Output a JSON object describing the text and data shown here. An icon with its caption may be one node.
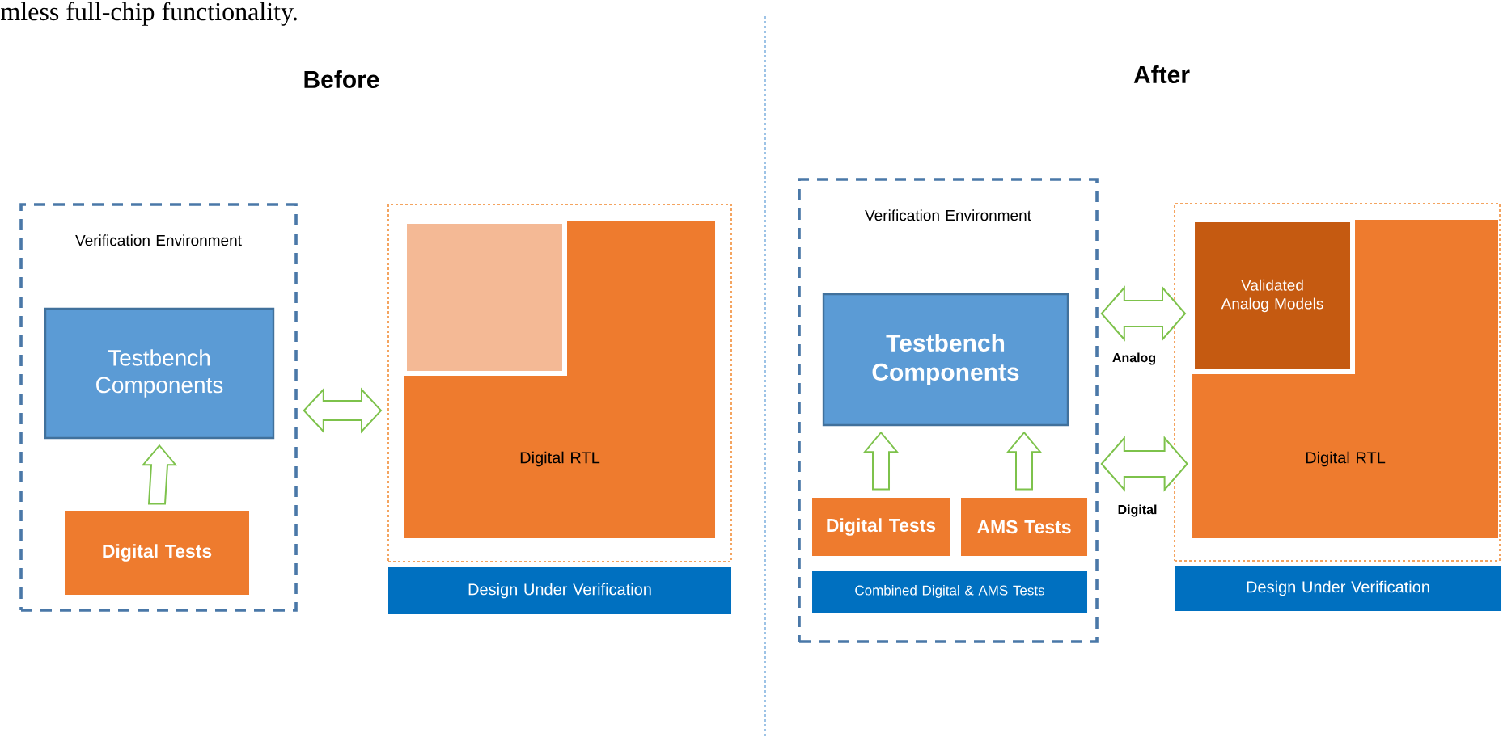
{
  "diagram": {
    "nodes": [
      {
        "text": [
          "Verification Environment"
        ]
      },
      {
        "text": [
          "Testbench Components"
        ],
        "in": 0
      },
      {
        "text": [
          "Digital Tests"
        ],
        "in": 0
      },
      {
        "text": [],
        "shape": "box"
      },
      {
        "text": [
          "Digital RTL"
        ],
        "in": 3
      },
      {
        "text": [],
        "shape": "box",
        "in": 4
      },
      {
        "text": [
          "Design Under Verification"
        ]
      },
      {
        "text": [
          "Verification Environment"
        ]
      },
      {
        "text": [
          "Testbench Components"
        ],
        "in": 7
      },
      {
        "text": [
          "Digital Tests"
        ],
        "in": 7
      },
      {
        "text": [
          "AMS Tests"
        ],
        "in": 7
      },
      {
        "text": [
          "Combined Digital & AMS Tests"
        ],
        "in": 7
      },
      {
        "text": [],
        "shape": "box"
      },
      {
        "text": [
          "Digital RTL"
        ],
        "in": 12
      },
      {
        "text": [
          "Validated Analog Models"
        ],
        "in": 13
      },
      {
        "text": [
          "Design Under Verification"
        ]
      }
    ],
    "edges": [
      {
        "from": 2,
        "to": 1,
        "arrow": "to"
      },
      {
        "from": 0,
        "to": 3,
        "arrow": "both"
      },
      {
        "from": 9,
        "to": 8,
        "arrow": "to"
      },
      {
        "from": 10,
        "to": 8,
        "arrow": "to"
      },
      {
        "from": 7,
        "to": 14,
        "arrow": "both",
        "label": "Analog"
      },
      {
        "from": 7,
        "to": 13,
        "arrow": "both",
        "label": "Digital"
      }
    ],
    "labels": [
      "mless full-chip functionality.",
      "Before",
      "After"
    ]
  }
}
